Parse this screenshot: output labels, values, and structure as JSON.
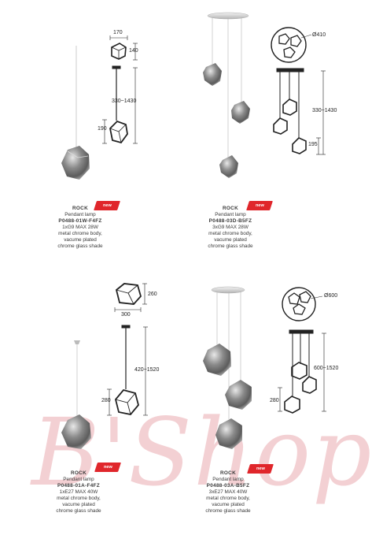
{
  "products": [
    {
      "name": "ROCK",
      "type": "Pendant lamp",
      "code": "P0488-01W-F4FZ",
      "spec1": "1xG9 MAX 28W",
      "spec2": "metal chrome body,",
      "spec3": "vacume plated",
      "spec4": "chrome glass shade",
      "badge": "new",
      "dims": {
        "width": "170",
        "height": "140",
        "length": "330~1430",
        "shade": "190"
      }
    },
    {
      "name": "ROCK",
      "type": "Pendant lamp",
      "code": "P0488-03D-B5FZ",
      "spec1": "3xG9 MAX 28W",
      "spec2": "metal chrome body,",
      "spec3": "vacume plated",
      "spec4": "chrome glass shade",
      "badge": "new",
      "dims": {
        "diameter": "Ø410",
        "length": "330~1430",
        "shade": "195"
      }
    },
    {
      "name": "ROCK",
      "type": "Pendant lamp",
      "code": "P0488-01A-F4FZ",
      "spec1": "1xE27 MAX 40W",
      "spec2": "metal chrome body,",
      "spec3": "vacume plated",
      "spec4": "chrome glass shade",
      "badge": "new",
      "dims": {
        "width": "300",
        "height": "260",
        "length": "420~1520",
        "shade": "280"
      }
    },
    {
      "name": "ROCK",
      "type": "Pendant lamp",
      "code": "P0488-03A-B5FZ",
      "spec1": "3xE27 MAX 40W",
      "spec2": "metal chrome body,",
      "spec3": "vacume plated",
      "spec4": "chrome glass shade",
      "badge": "new",
      "dims": {
        "diameter": "Ø600",
        "length": "600~1520",
        "shade": "280"
      }
    }
  ],
  "watermark": "B'Shop",
  "colors": {
    "badge": "#e0262b",
    "watermark": "#de7880",
    "chrome": "#9a9a9a"
  }
}
